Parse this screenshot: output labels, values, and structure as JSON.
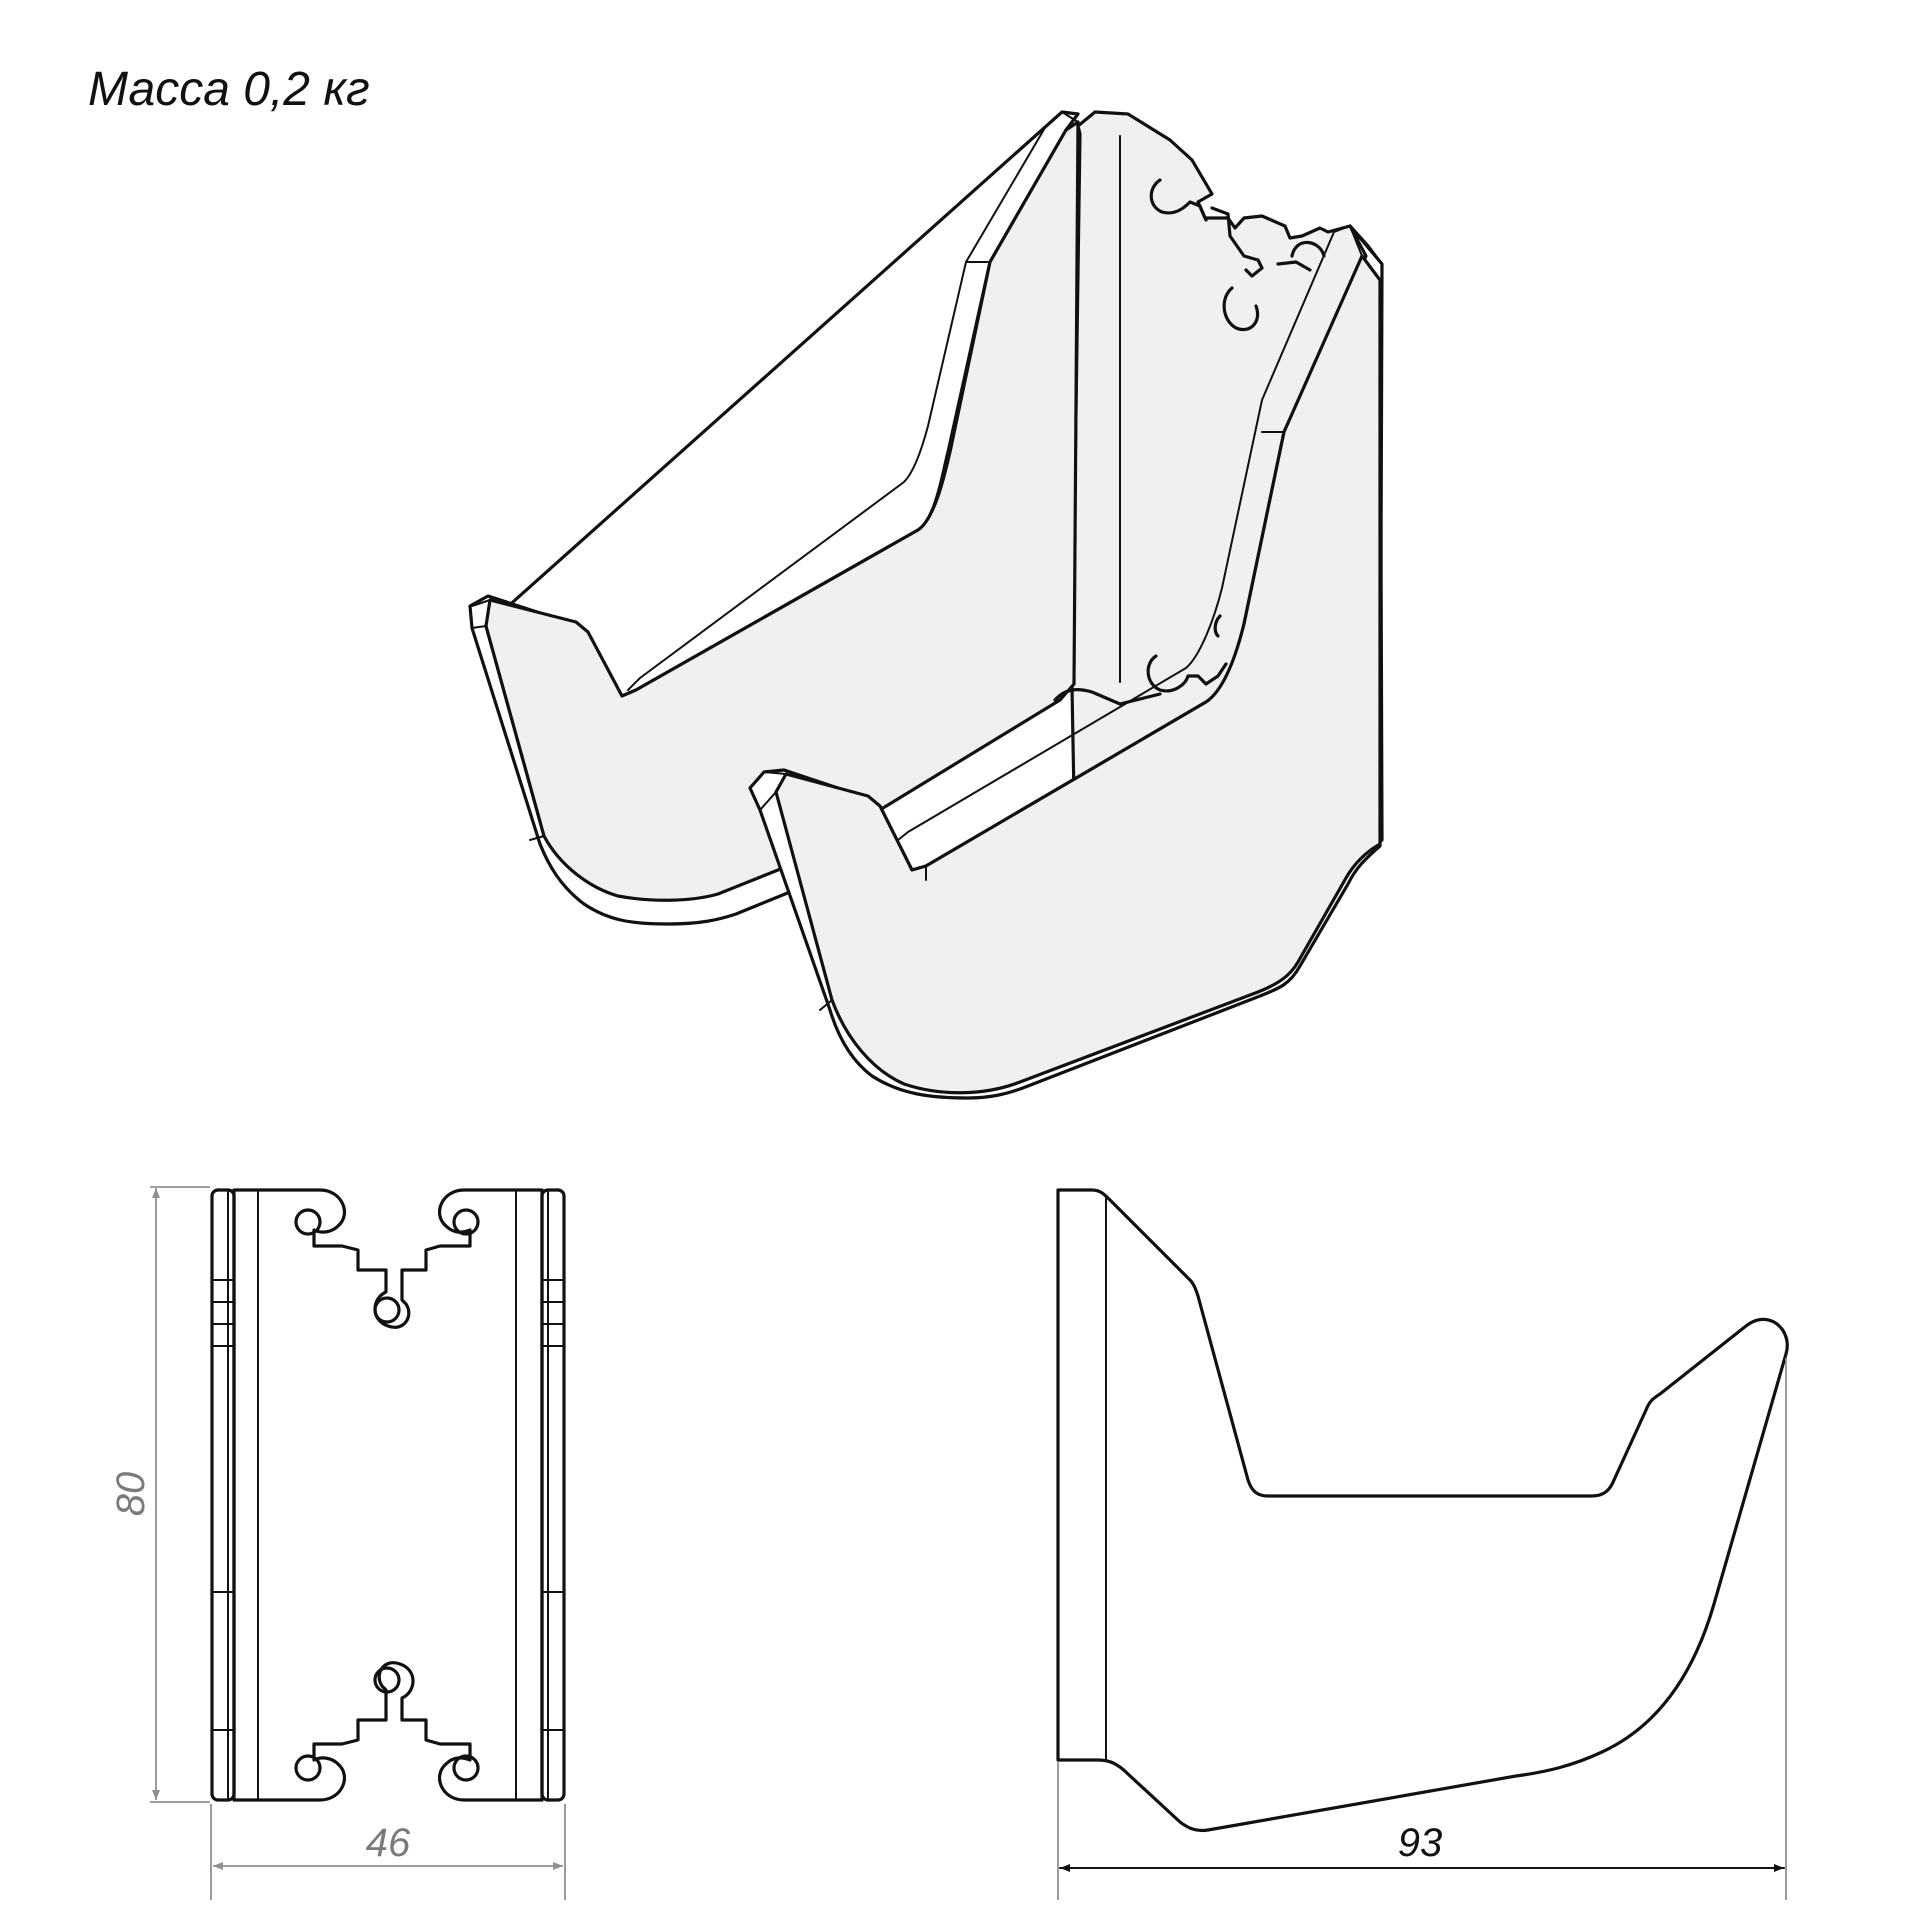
{
  "mass_label": "Масса 0,2 кг",
  "dimensions": {
    "height": "80",
    "width": "46",
    "depth": "93"
  }
}
